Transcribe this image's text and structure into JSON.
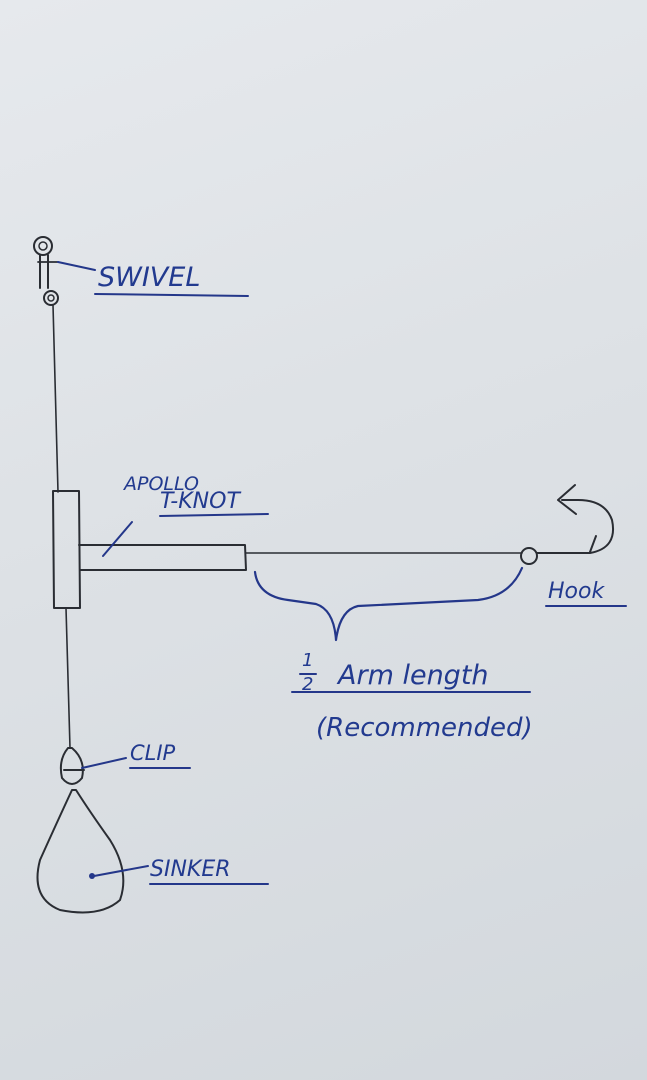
{
  "labels": {
    "swivel": "SWIVEL",
    "apollo": "APOLLO",
    "t_knot": "T-KNOT",
    "hook": "Hook",
    "fraction_num": "1",
    "fraction_den": "2",
    "arm_length": "Arm length",
    "recommended": "(Recommended)",
    "clip": "CLIP",
    "sinker": "SINKER"
  },
  "colors": {
    "ink_blue": "#223a8f",
    "pencil": "#2a2d33",
    "paper": "#e2e5e9"
  }
}
